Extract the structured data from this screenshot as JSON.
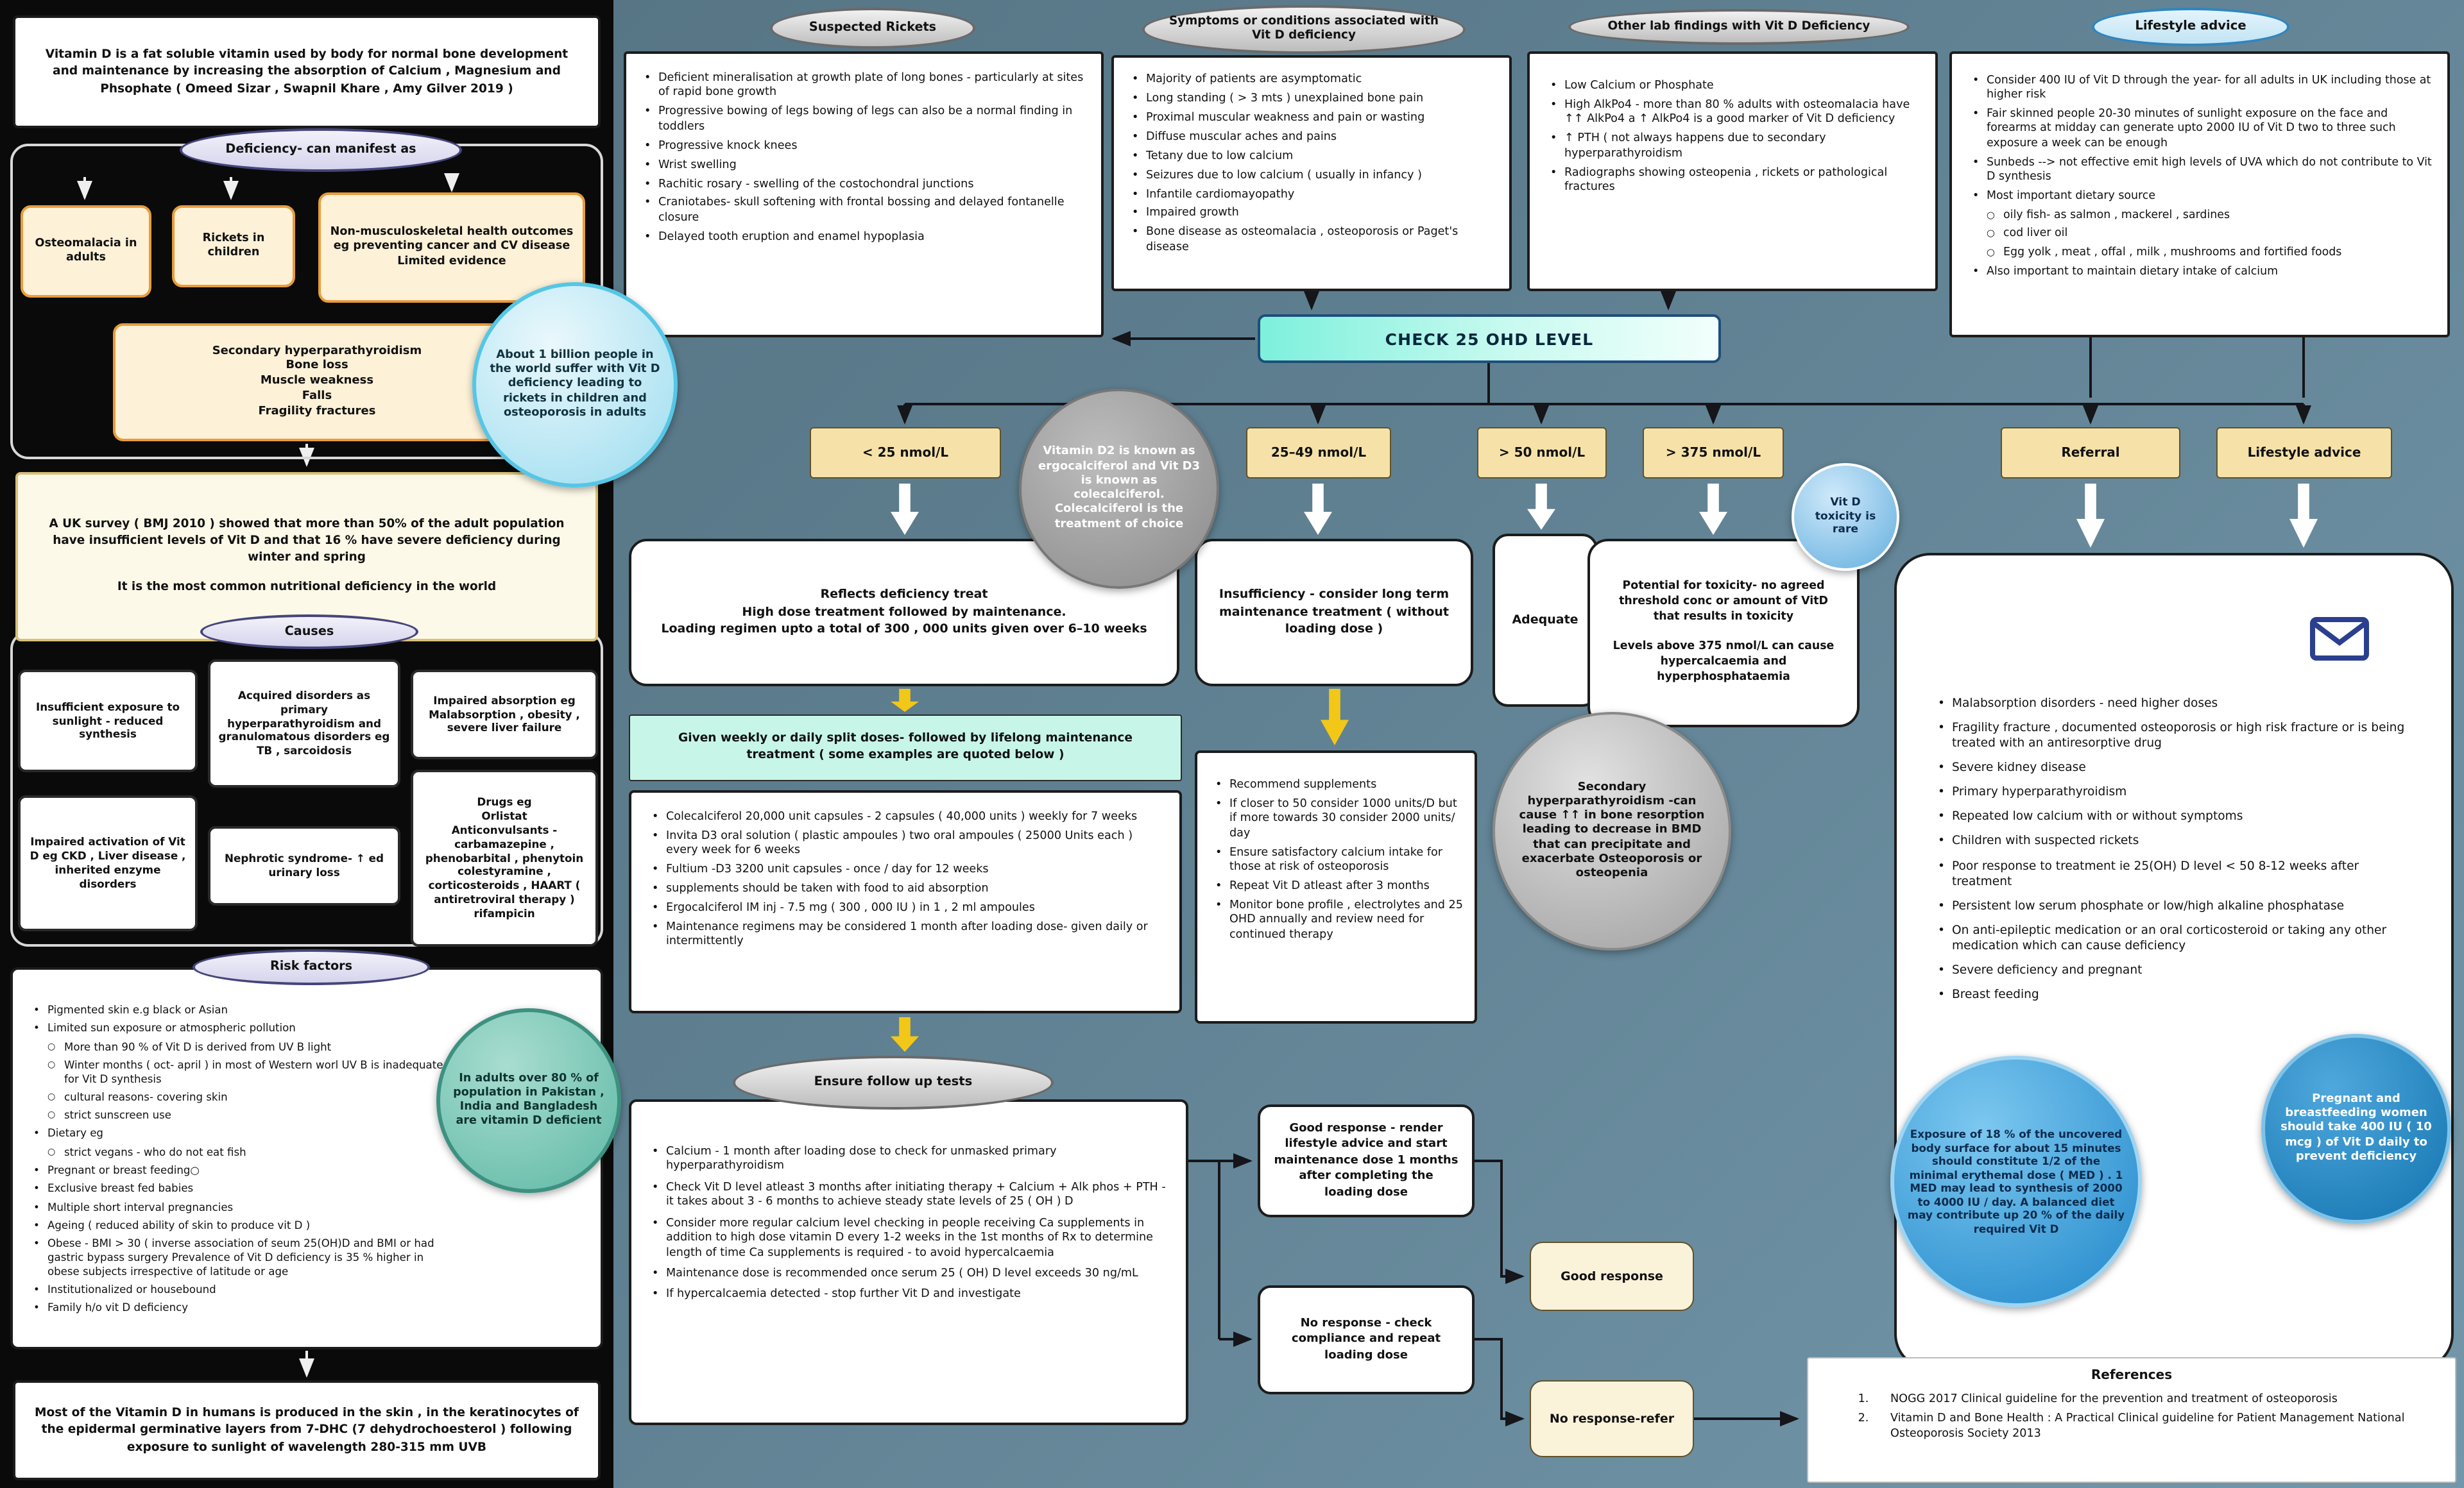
{
  "colors": {
    "accent_teal": "#86f2de",
    "arrow_yellow": "#f2c718",
    "blue_circle": "#2e96d2",
    "panel_black": "#0a0a0a"
  },
  "left": {
    "intro": "Vitamin D is a fat soluble vitamin used by body for normal bone development and maintenance by increasing the absorption of Calcium , Magnesium and Phsophate ( Omeed Sizar , Swapnil Khare , Amy Gilver 2019 )",
    "deficiency_header": "Deficiency- can manifest as",
    "manifest": [
      "Osteomalacia in adults",
      "Rickets in children",
      "Non-musculoskeletal health outcomes eg preventing cancer and CV disease Limited evidence"
    ],
    "secondary": "Secondary hyperparathyroidism\nBone loss\nMuscle weakness\nFalls\nFragility fractures",
    "billion_circle": "About 1 billion people in the world suffer with Vit D deficiency leading to rickets in children and osteoporosis in adults",
    "uk_survey_1": "A UK survey ( BMJ 2010 )  showed that more than 50% of the adult population have insufficient levels of Vit D and that 16 % have severe deficiency during winter and spring",
    "uk_survey_2": "It is the most common nutritional deficiency in the world",
    "causes_header": "Causes",
    "causes": [
      "Insufficient exposure to sunlight - reduced synthesis",
      "Acquired disorders as primary hyperparathyroidism and granulomatous disorders eg TB , sarcoidosis",
      "Impaired absorption eg Malabsorption , obesity , severe liver failure",
      "Impaired activation of Vit D eg CKD , Liver disease , inherited enzyme disorders",
      "Nephrotic syndrome- ↑ ed urinary loss",
      "Drugs eg\nOrlistat\nAnticonvulsants - carbamazepine , phenobarbital , phenytoin\ncolestyramine , corticosteroids , HAART ( antiretroviral therapy ) rifampicin"
    ],
    "risk_header": "Risk factors",
    "risks": [
      {
        "t": "Pigmented skin e.g black or Asian",
        "l": 1
      },
      {
        "t": "Limited sun exposure or atmospheric pollution",
        "l": 1
      },
      {
        "t": "More than 90 % of Vit D is derived from UV B light",
        "l": 2
      },
      {
        "t": "Winter months ( oct- april ) in most of Western worl UV B is inadequate for Vit D synthesis",
        "l": 2
      },
      {
        "t": "cultural reasons- covering skin",
        "l": 2
      },
      {
        "t": "strict sunscreen use",
        "l": 2
      },
      {
        "t": "Dietary eg",
        "l": 1
      },
      {
        "t": "strict vegans - who do not eat fish",
        "l": 2
      },
      {
        "t": "Pregnant or breast feeding○",
        "l": 1
      },
      {
        "t": "Exclusive breast fed babies",
        "l": 1
      },
      {
        "t": "Multiple short interval pregnancies",
        "l": 1
      },
      {
        "t": "Ageing ( reduced ability of skin to produce vit D )",
        "l": 1
      },
      {
        "t": "Obese - BMI > 30 ( inverse association of seum 25(OH)D and BMI or had gastric bypass surgery Prevalence of Vit D deficiency is 35 % higher in obese subjects irrespective of latitude or age",
        "l": 1
      },
      {
        "t": "Institutionalized or housebound",
        "l": 1
      },
      {
        "t": "Family h/o vit D deficiency",
        "l": 1
      }
    ],
    "adults_circle": "In adults over 80 % of population in Pakistan , India and Bangladesh are vitamin D deficient",
    "skin_note": "Most of the Vitamin D in humans is produced in the skin , in the keratinocytes of the epidermal germinative layers from 7-DHC (7 dehydrochoesterol ) following exposure to sunlight of wavelength 280-315 mm UVB"
  },
  "rickets": {
    "title": "Suspected Rickets",
    "items": [
      "Deficient mineralisation at growth plate of long bones - particularly at sites of rapid bone growth",
      "Progressive bowing of legs bowing of legs can also be a normal finding in toddlers",
      "Progressive knock knees",
      "Wrist swelling",
      "Rachitic rosary - swelling of the costochondral junctions",
      "Craniotabes- skull softening with frontal bossing and delayed fontanelle closure",
      "Delayed tooth eruption and enamel hypoplasia"
    ]
  },
  "symptoms": {
    "title": "Symptoms or conditions associated with Vit D deficiency",
    "items": [
      "Majority of patients are asymptomatic",
      "Long standing ( > 3 mts ) unexplained bone pain",
      "Proximal muscular weakness and pain or wasting",
      "Diffuse muscular aches and pains",
      "Tetany due to low calcium",
      "Seizures due to low calcium ( usually in infancy )",
      "Infantile cardiomayopathy",
      "Impaired growth",
      "Bone disease as osteomalacia , osteoporosis or Paget's disease"
    ]
  },
  "labs": {
    "title": "Other lab findings with Vit D Deficiency",
    "items": [
      "Low Calcium or Phosphate",
      "High AlkPo4 - more than 80 % adults with osteomalacia have ↑↑ AlkPo4  a ↑ AlkPo4 is a good marker of Vit D deficiency",
      "↑ PTH ( not always happens due to secondary hyperparathyroidism",
      "Radiographs showing osteopenia , rickets or pathological fractures"
    ]
  },
  "lifestyle_top": {
    "title": "Lifestyle advice",
    "items": [
      {
        "t": "Consider 400 IU of Vit D through the year- for all adults in UK including those at higher risk",
        "l": 1
      },
      {
        "t": "Fair skinned people 20-30 minutes of sunlight exposure on the face and forearms at midday can generate upto 2000 IU of Vit D two to three such exposure a week can be enough",
        "l": 1
      },
      {
        "t": "Sunbeds --> not effective emit high levels of UVA which do not contribute to Vit D synthesis",
        "l": 1
      },
      {
        "t": "Most important dietary source",
        "l": 1
      },
      {
        "t": "oily fish- as salmon , mackerel , sardines",
        "l": 2
      },
      {
        "t": "cod liver oil",
        "l": 2
      },
      {
        "t": "Egg yolk , meat , offal , milk , mushrooms and fortified foods",
        "l": 2
      },
      {
        "t": "Also important to maintain dietary intake of calcium",
        "l": 1
      }
    ]
  },
  "flow": {
    "check_level": "CHECK 25 OHD LEVEL",
    "branches": [
      "< 25 nmol/L",
      "25–49 nmol/L",
      "> 50 nmol/L",
      "> 375 nmol/L",
      "Referral",
      "Lifestyle advice"
    ],
    "d2_circle": "Vitamin D2 is known as ergocalciferol and Vit D3 is known as colecalciferol. Colecalciferol is  the treatment of choice",
    "deficiency_box": "Reflects deficiency treat\nHigh dose treatment followed by maintenance.\nLoading regimen upto a total of 300 , 000 units given over 6–10 weeks",
    "insufficiency_box": "Insufficiency - consider long term maintenance treatment ( without loading dose )",
    "adequate": "Adequate",
    "toxicity_box": "Potential for toxicity- no agreed threshold conc or amount of VitD that results in toxicity\n\nLevels above 375 nmol/L can cause hypercalcaemia and hyperphosphataemia",
    "toxicity_circle": "Vit D toxicity is rare",
    "dosing_header": "Given weekly or daily split doses- followed by lifelong maintenance treatment ( some examples are quoted below )",
    "dosing_items": [
      "Colecalciferol 20,000 unit capsules - 2 capsules ( 40,000 units ) weekly for 7 weeks",
      "Invita D3 oral solution ( plastic ampoules ) two oral ampoules ( 25000 Units each ) every week for 6 weeks",
      "Fultium -D3 3200 unit capsules - once / day for 12 weeks",
      "supplements should be taken with food to aid absorption",
      "Ergocalciferol IM inj - 7.5 mg ( 300 , 000 IU ) in 1 , 2 ml ampoules",
      "Maintenance regimens may be considered 1 month after loading dose- given daily or intermittently"
    ],
    "maintenance_items": [
      "Recommend supplements",
      "If closer to 50 consider 1000 units/D but if more towards 30 consider 2000 units/ day",
      "Ensure satisfactory calcium intake for those at risk of osteoporosis",
      "Repeat Vit D atleast after 3 months",
      "Monitor bone profile , electrolytes and 25 OHD annually and review need for continued therapy"
    ],
    "secondary_circle": "Secondary hyperparathyroidism -can cause ↑↑ in bone resorption leading to decrease in BMD that can precipitate and exacerbate Osteoporosis or osteopenia",
    "followup_title": "Ensure follow up tests",
    "followup_items": [
      "Calcium  - 1 month after loading dose to check for unmasked primary hyperparathyroidism",
      "Check Vit D level  atleast 3 months after initiating therapy + Calcium + Alk phos + PTH - it takes about 3 - 6 months to achieve steady state levels of 25 ( OH ) D",
      "Consider more regular calcium level checking in people receiving Ca supplements in addition to high dose vitamin D every 1-2 weeks  in the 1st months of Rx to determine length of time Ca supplements is required - to avoid hypercalcaemia",
      "Maintenance dose is recommended once serum 25 ( OH) D level exceeds 30 ng/mL",
      "If hypercalcaemia detected - stop further Vit D and investigate"
    ],
    "good_response_box": "Good response - render lifestyle advice and start maintenance dose 1 months after completing the loading dose",
    "no_response_box": "No response - check compliance and repeat loading dose",
    "good_response_label": "Good response",
    "no_response_label": "No response-refer"
  },
  "referral": {
    "items": [
      "Malabsorption disorders - need higher doses",
      "Fragility fracture , documented osteoporosis or high risk fracture or is being treated with an antiresorptive drug",
      "Severe kidney disease",
      "Primary hyperparathyroidism",
      "Repeated low calcium with or without symptoms",
      "Children with suspected rickets",
      "Poor response to treatment ie 25(OH) D level < 50 8-12 weeks after treatment",
      "Persistent low serum phosphate or low/high alkaline phosphatase",
      "On anti-epileptic medication or an oral corticosteroid or taking any other medication which can cause deficiency",
      "Severe deficiency and pregnant",
      "Breast feeding"
    ]
  },
  "circles": {
    "exposure": "Exposure of  18 % of the uncovered body surface  for about 15 minutes should constitute 1/2 of the minimal erythemal dose ( MED ) . 1 MED may lead to synthesis of 2000 to 4000 IU / day. A balanced diet may contribute up  20 % of the daily required Vit D",
    "pregnant": "Pregnant and breastfeeding women should take 400 IU ( 10 mcg ) of Vit D daily to prevent deficiency"
  },
  "references": {
    "title": "References",
    "items": [
      "NOGG 2017 Clinical guideline for the prevention and treatment of osteoporosis",
      "Vitamin D and Bone Health : A Practical Clinical guideline for Patient Management National Osteoporosis Society 2013"
    ]
  }
}
